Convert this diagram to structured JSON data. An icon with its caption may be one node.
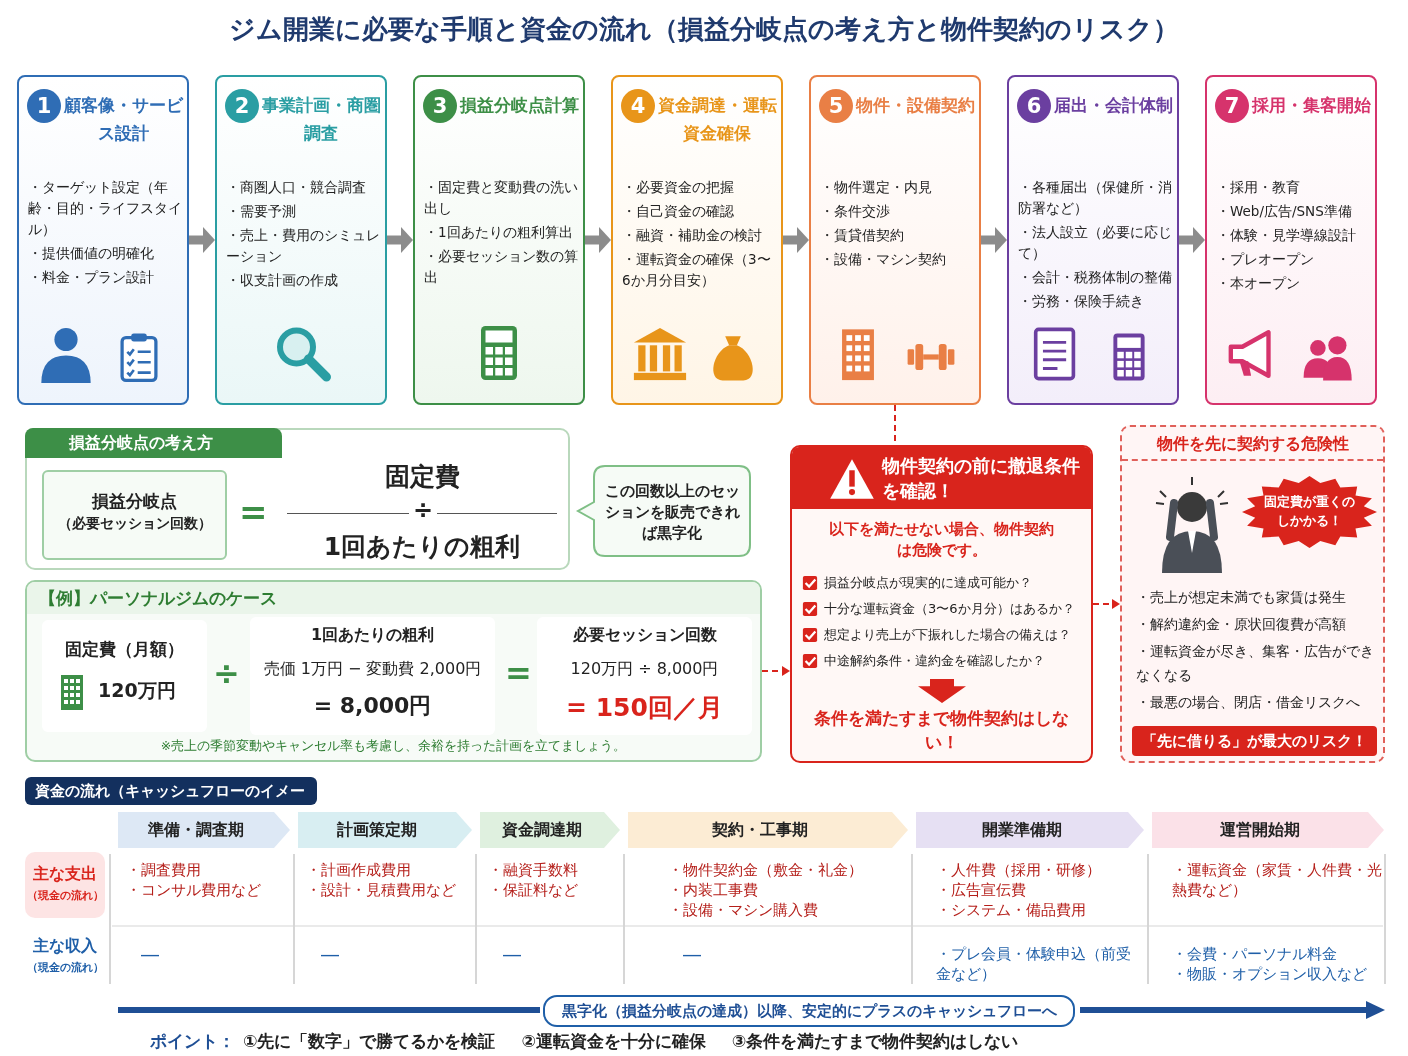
{
  "diagram": {
    "title": "ジム開業に必要な手順と資金の流れ（損益分岐点の考え方と物件契約のリスク）",
    "nodes": [
      {
        "text": [
          "1",
          "顧客像・サービス設計",
          "・ターゲット設定（年齢・目的・ライフスタイル）",
          "・提供価値の明確化",
          "・料金・プラン設計"
        ]
      },
      {
        "text": [
          "2",
          "事業計画・商圏調査",
          "・商圏人口・競合調査",
          "・需要予測",
          "・売上・費用のシミュレーション",
          "・収支計画の作成"
        ]
      },
      {
        "text": [
          "3",
          "損益分岐点計算",
          "・固定費と変動費の洗い出し",
          "・1回あたりの粗利算出",
          "・必要セッション数の算出"
        ]
      },
      {
        "text": [
          "4",
          "資金調達・運転資金確保",
          "・必要資金の把握",
          "・自己資金の確認",
          "・融資・補助金の検討",
          "・運転資金の確保（3〜6か月分目安）"
        ]
      },
      {
        "text": [
          "5",
          "物件・設備契約",
          "・物件選定・内見",
          "・条件交渉",
          "・賃貸借契約",
          "・設備・マシン契約"
        ]
      },
      {
        "text": [
          "6",
          "届出・会計体制",
          "・各種届出（保健所・消防署など）",
          "・法人設立（必要に応じて）",
          "・会計・税務体制の整備",
          "・労務・保険手続き"
        ]
      },
      {
        "text": [
          "7",
          "採用・集客開始",
          "・採用・教育",
          "・Web/広告/SNS準備",
          "・体験・見学導線設計",
          "・プレオープン",
          "・本オープン"
        ]
      },
      {
        "text": [
          "損益分岐点の考え方",
          "=",
          "固定費",
          "÷",
          "1回あたりの粗利"
        ]
      },
      {
        "text": [
          "損益分岐点",
          "（必要セッション回数）"
        ],
        "in": 7
      },
      {
        "text": [
          "この回数以上のセッションを販売できれば黒字化"
        ]
      },
      {
        "text": [
          "【例】パーソナルジムのケース",
          "÷",
          "=",
          "※売上の季節変動やキャンセル率も考慮し、余裕を持った計画を立てましょう。"
        ]
      },
      {
        "text": [
          "固定費（月額）",
          "120万円"
        ],
        "in": 10
      },
      {
        "text": [
          "1回あたりの粗利",
          "売価 1万円 − 変動費 2,000円",
          "= 8,000円"
        ],
        "in": 10
      },
      {
        "text": [
          "必要セッション回数",
          "120万円 ÷ 8,000円",
          "= 150回／月"
        ],
        "in": 10
      },
      {
        "text": [
          "物件契約の前に撤退条件を確認！",
          "以下を満たせない場合、物件契約は危険です。",
          "損益分岐点が現実的に達成可能か？",
          "十分な運転資金（3〜6か月分）はあるか？",
          "想定より売上が下振れした場合の備えは？",
          "中途解約条件・違約金を確認したか？",
          "条件を満たすまで物件契約はしない！"
        ]
      },
      {
        "text": [
          "物件を先に契約する危険性",
          "・売上が想定未満でも家賃は発生",
          "・解約違約金・原状回復費が高額",
          "・運転資金が尽き、集客・広告ができなくなる",
          "・最悪の場合、閉店・借金リスクへ"
        ]
      },
      {
        "text": [
          "固定費が重くのしかかる！"
        ],
        "in": 15
      },
      {
        "text": [
          "「先に借りる」が最大のリスク！"
        ],
        "in": 15
      },
      {
        "text": [
          "資金の流れ（キャッシュフローのイメージ）"
        ]
      },
      {
        "text": [
          "準備・調査期"
        ]
      },
      {
        "text": [
          "計画策定期"
        ]
      },
      {
        "text": [
          "資金調達期"
        ]
      },
      {
        "text": [
          "契約・工事期"
        ]
      },
      {
        "text": [
          "開業準備期"
        ]
      },
      {
        "text": [
          "運営開始期"
        ]
      },
      {
        "text": [
          "主な支出",
          "（現金の流れ）"
        ]
      },
      {
        "text": [
          "黒字化（損益分岐点の達成）以降、安定的にプラスのキャッシュフローへ"
        ]
      }
    ],
    "edges": [
      {
        "from": 0,
        "to": 1,
        "arrow": "to"
      },
      {
        "from": 1,
        "to": 2,
        "arrow": "to"
      },
      {
        "from": 2,
        "to": 3,
        "arrow": "to"
      },
      {
        "from": 3,
        "to": 4,
        "arrow": "to"
      },
      {
        "from": 4,
        "to": 5,
        "arrow": "to"
      },
      {
        "from": 5,
        "to": 6,
        "arrow": "to"
      },
      {
        "from": 4,
        "to": 14,
        "arrow": "none",
        "style": "dashed",
        "color": "#d9241c"
      },
      {
        "from": 10,
        "to": 14,
        "arrow": "to",
        "style": "dashed",
        "color": "#d9241c"
      },
      {
        "from": 14,
        "to": 15,
        "arrow": "to",
        "style": "dashed",
        "color": "#d9241c"
      }
    ],
    "labels": [
      "・調査費用",
      "・コンサル費用など",
      "・計画作成費用",
      "・設計・見積費用など",
      "・融資手数料",
      "・保証料など",
      "・物件契約金（敷金・礼金）",
      "・内装工事費",
      "・設備・マシン購入費",
      "・人件費（採用・研修）",
      "・広告宣伝費",
      "・システム・備品費用",
      "・運転資金（家賃・人件費・光熱費など）",
      "主な収入",
      "（現金の流れ）",
      "—",
      "—",
      "—",
      "—",
      "・プレ会員・体験申込（前受金など）",
      "・会費・パーソナル料金",
      "・物販・オプション収入など",
      "ポイント：",
      "①先に「数字」で勝てるかを検証",
      "②運転資金を十分に確保",
      "③条件を満たすまで物件契約はしない"
    ]
  }
}
